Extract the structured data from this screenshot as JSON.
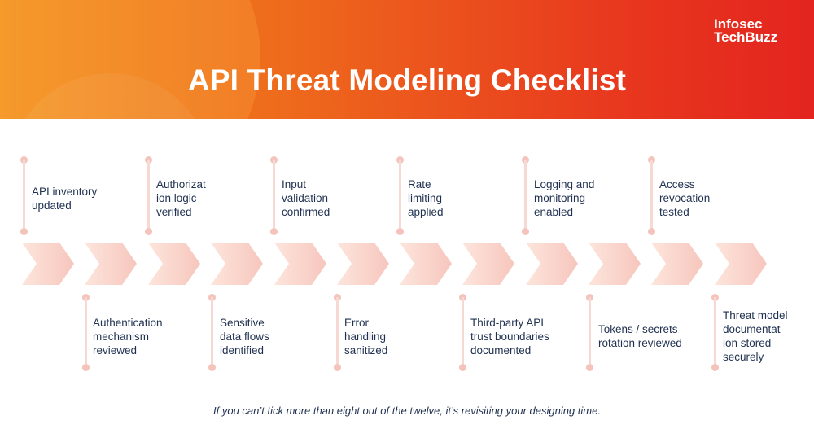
{
  "header": {
    "title": "API Threat Modeling Checklist",
    "logo": {
      "line1": "Infosec",
      "line2": "TechBuzz"
    },
    "gradient": [
      "#f39021",
      "#e3241f"
    ]
  },
  "checklist": {
    "top_items": [
      {
        "label": "API inventory updated"
      },
      {
        "label": "Authorizat ion logic verified"
      },
      {
        "label": "Input validation confirmed"
      },
      {
        "label": "Rate limiting applied"
      },
      {
        "label": "Logging and monitoring enabled"
      },
      {
        "label": "Access revocation tested"
      }
    ],
    "bottom_items": [
      {
        "label": "Authentication mechanism reviewed"
      },
      {
        "label": "Sensitive data flows identified"
      },
      {
        "label": "Error handling sanitized"
      },
      {
        "label": "Third-party API trust boundaries documented"
      },
      {
        "label": "Tokens / secrets rotation reviewed"
      },
      {
        "label": "Threat model documentat ion stored securely"
      }
    ],
    "colors": {
      "chevron_start": "#fde5dc",
      "chevron_end": "#f6c6bd",
      "marker": "#f4c3bc",
      "text": "#1f3050"
    }
  },
  "footer": {
    "text": "If you can’t tick more than eight out of the twelve, it’s revisiting your designing time."
  }
}
